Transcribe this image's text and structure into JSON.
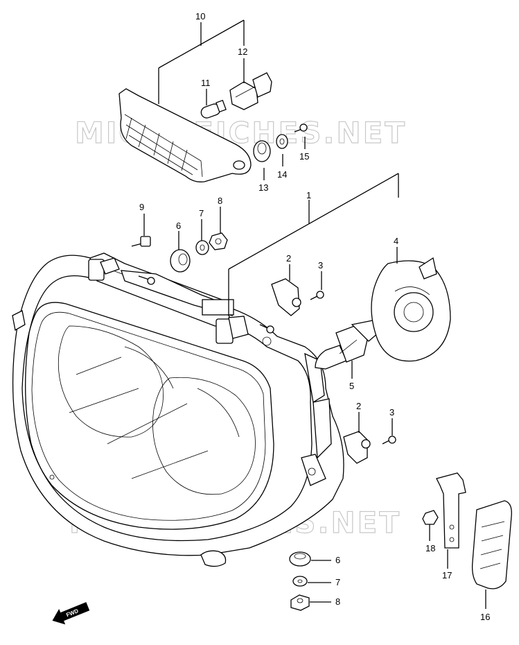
{
  "watermark": "MICROFICHES.NET",
  "fwd_label": "FWD",
  "callouts": {
    "p1": "1",
    "p2a": "2",
    "p2b": "2",
    "p3a": "3",
    "p3b": "3",
    "p4": "4",
    "p5": "5",
    "p6a": "6",
    "p6b": "6",
    "p7a": "7",
    "p7b": "7",
    "p8a": "8",
    "p8b": "8",
    "p9": "9",
    "p10": "10",
    "p11": "11",
    "p12": "12",
    "p13": "13",
    "p14": "14",
    "p15": "15",
    "p16": "16",
    "p17": "17",
    "p18": "18"
  }
}
